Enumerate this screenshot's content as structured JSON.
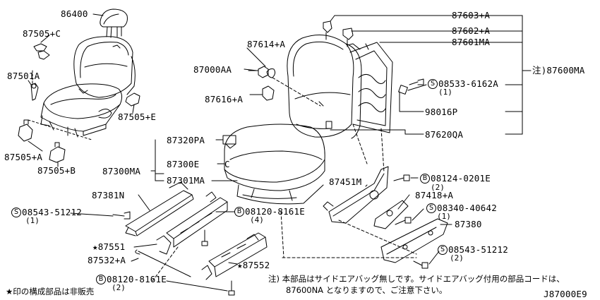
{
  "labels": {
    "headrest": "86400",
    "clip_c": "87505+C",
    "bolt_a": "87501A",
    "clip_e": "87505+E",
    "clip_a": "87505+A",
    "clip_b": "87505+B",
    "part_87614": "87614+A",
    "part_87000": "87000AA",
    "part_87616": "87616+A",
    "part_87603": "87603+A",
    "part_87602": "87602+A",
    "back_frame": "87601MA",
    "back_assy": "注)87600MA",
    "screw_08533": "08533-6162A",
    "screw_08533_qty": "(1)",
    "part_98016": "98016P",
    "part_87620": "87620QA",
    "part_87320": "87320PA",
    "cushion_assy": "87300MA",
    "part_87300e": "87300E",
    "part_87301": "87301MA",
    "bolt_08124": "08124-0201E",
    "bolt_08124_qty": "(2)",
    "part_87451": "87451M",
    "part_87418": "87418+A",
    "screw_08340": "08340-40642",
    "screw_08340_qty": "(1)",
    "cover_87380": "87380",
    "screw_08543_r": "08543-51212",
    "screw_08543_r_qty": "(2)",
    "rail_87381": "87381N",
    "screw_08543_l": "08543-51212",
    "screw_08543_l_qty": "(1)",
    "bolt_08120_t": "08120-8161E",
    "bolt_08120_t_qty": "(4)",
    "part_87551": "★87551",
    "part_87552": "★87552",
    "part_87532": "87532+A",
    "bolt_08120_b": "08120-8161E",
    "bolt_08120_b_qty": "(2)",
    "callout_c": "C",
    "callout_b": "B",
    "callout_b2": "B"
  },
  "symbols": {
    "s": "S",
    "b": "B"
  },
  "notes": {
    "footnote_line1": "注) 本部品はサイドエアバッグ無しです。サイドエアバッグ付用の部品コードは、",
    "footnote_line2": "87600NA となりますので、ご注意下さい。",
    "star_note": "★印の構成部品は非販売",
    "diagram_code": "J87000E9"
  }
}
